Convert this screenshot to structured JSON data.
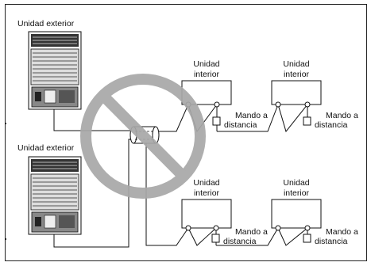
{
  "outdoor_units": [
    {
      "label": "Unidad exterior"
    },
    {
      "label": "Unidad exterior"
    }
  ],
  "indoor_units": [
    {
      "label_line1": "Unidad",
      "label_line2": "interior"
    },
    {
      "label_line1": "Unidad",
      "label_line2": "interior"
    },
    {
      "label_line1": "Unidad",
      "label_line2": "interior"
    },
    {
      "label_line1": "Unidad",
      "label_line2": "interior"
    }
  ],
  "remotes": [
    {
      "label_line1": "Mando a",
      "label_line2": "distancia"
    },
    {
      "label_line1": "Mando a",
      "label_line2": "distancia"
    },
    {
      "label_line1": "Mando a",
      "label_line2": "distancia"
    },
    {
      "label_line1": "Mando a",
      "label_line2": "distancia"
    }
  ],
  "prohibited_symbol": {
    "color": "#a8a8a8",
    "meaning": "prohibited"
  },
  "colors": {
    "line": "#111111",
    "frame": "#222222",
    "unit_fill": "#f4f4f4"
  }
}
